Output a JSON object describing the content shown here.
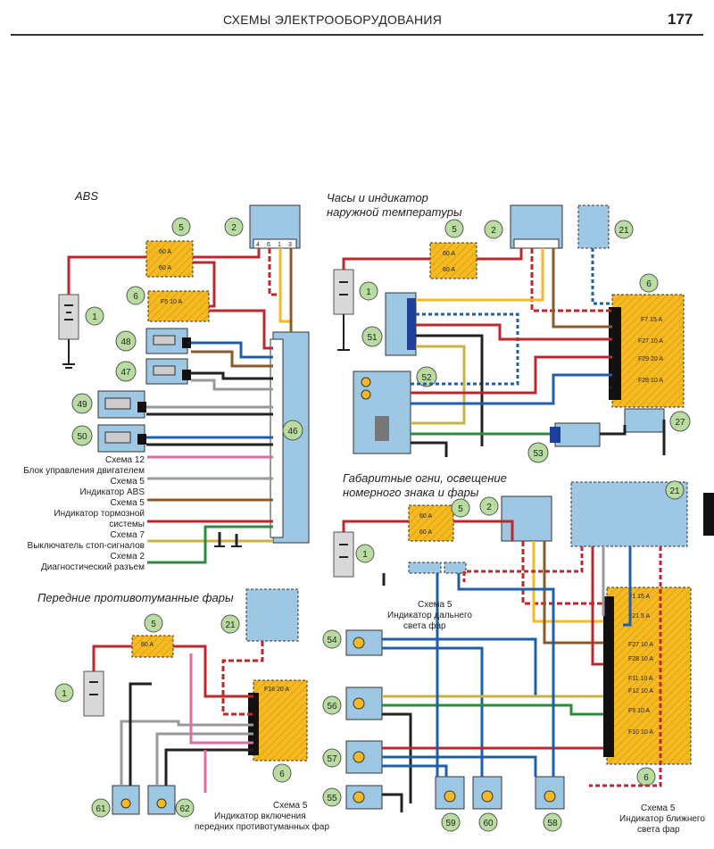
{
  "header": {
    "title": "СХЕМЫ ЭЛЕКТРООБОРУДОВАНИЯ",
    "page": "177"
  },
  "sections": {
    "abs": "ABS",
    "clock_l1": "Часы и индикатор",
    "clock_l2": "наружной температуры",
    "fog": "Передние противотуманные фары",
    "lights_l1": "Габаритные огни, освещение",
    "lights_l2": "номерного знака и фары"
  },
  "abs_refs": [
    {
      "scheme": "Схема 12",
      "text": "Блок управления двигателем"
    },
    {
      "scheme": "Схема 5",
      "text": "Индикатор ABS"
    },
    {
      "scheme": "Схема 5",
      "text": "Индикатор тормозной",
      "text2": "системы"
    },
    {
      "scheme": "Схема 7",
      "text": "Выключатель стоп-сигналов"
    },
    {
      "scheme": "Схема 2",
      "text": "Диагностический разъем"
    }
  ],
  "notes": {
    "fog_ref": {
      "scheme": "Схема 5",
      "l1": "Индикатор включения",
      "l2": "передних противотуманных фар"
    },
    "high_ref": {
      "scheme": "Схема 5",
      "l1": "Индикатор дальнего",
      "l2": "света фар"
    },
    "low_ref": {
      "scheme": "Схема 5",
      "l1": "Индикатор ближнего",
      "l2": "света фар"
    }
  },
  "fuse_labels": {
    "f60": "60 A",
    "f5": "F5 10 A",
    "f7": "F7 15 A",
    "f27": "F27 10 A",
    "f29": "F29 20 A",
    "f28": "F28 10 A",
    "f18": "F18 20 A",
    "f1": "F1 15 A",
    "f21": "F21 5 A",
    "f27b": "F27 10 A",
    "f28b": "F28 10 A",
    "f11": "F11 10 A",
    "f12": "F12 10 A",
    "f9": "F9 10 A",
    "f10": "F10 10 A"
  },
  "components": {
    "n1": "1",
    "n2": "2",
    "n5": "5",
    "n6": "6",
    "n21": "21",
    "n27": "27",
    "n46": "46",
    "n47": "47",
    "n48": "48",
    "n49": "49",
    "n50": "50",
    "n51": "51",
    "n52": "52",
    "n53": "53",
    "n54": "54",
    "n55": "55",
    "n56": "56",
    "n57": "57",
    "n58": "58",
    "n59": "59",
    "n60": "60",
    "n61": "61",
    "n62": "62"
  },
  "colors": {
    "wire_red": "#c0272d",
    "wire_blue": "#1f5fa8",
    "wire_brown": "#8b5a2b",
    "wire_green": "#2e8b3d",
    "wire_black": "#222222",
    "fuse_box": "#f5b921",
    "module": "#9ec7e4",
    "badge": "#b9dca0"
  }
}
